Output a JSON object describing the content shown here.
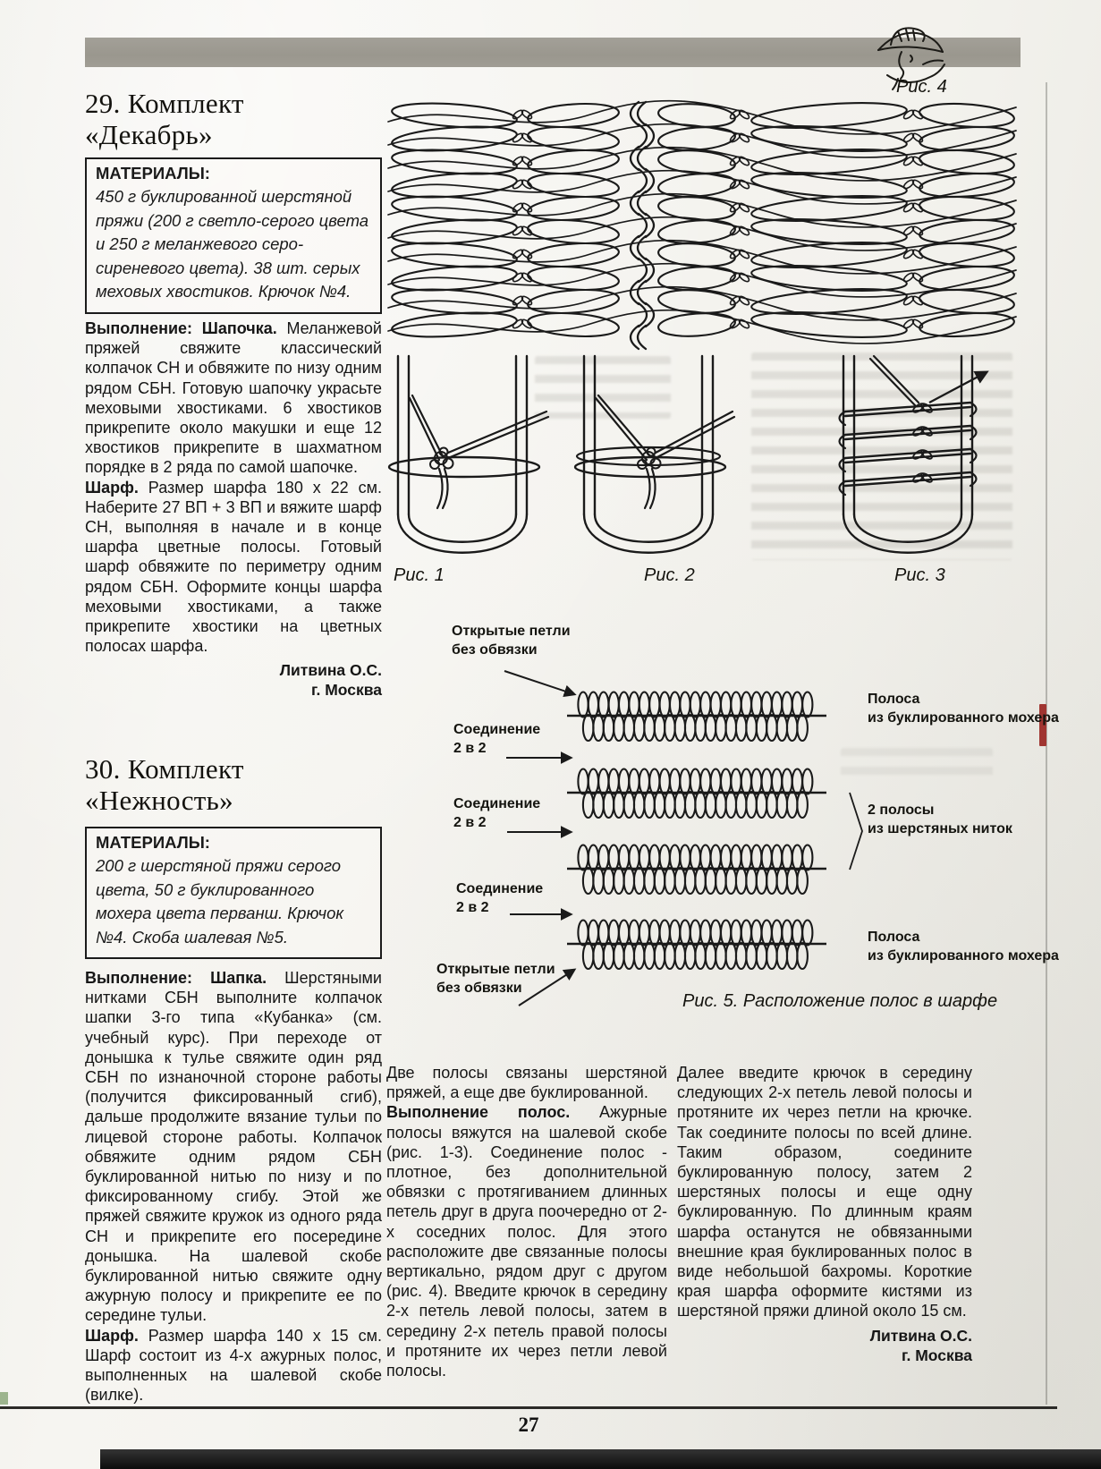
{
  "header": {
    "fig4_label": "Рис. 4"
  },
  "article_29": {
    "title": "29. Комплект",
    "title2": "«Декабрь»",
    "materials": {
      "heading": "МАТЕРИАЛЫ:",
      "text": "450 г буклированной шерстяной пряжи (200 г светло-серого цвета и 250 г меланжевого серо-сиреневого цвета). 38 шт. серых меховых хвостиков. Крючок №4."
    },
    "paragraphs": [
      {
        "lead": "Выполнение: Шапочка.",
        "text": "Меланжевой пряжей свяжите классический колпачок СН и обвяжите по низу одним рядом СБН. Готовую шапочку украсьте меховыми хвостиками. 6 хвостиков прикрепите около макушки и еще 12 хвостиков прикрепите в шахматном порядке в 2 ряда по самой шапочке."
      },
      {
        "lead": "Шарф.",
        "text": "Размер шарфа 180 х 22 см. Наберите 27 ВП + 3 ВП и вяжите шарф СН, выполняя в начале и в конце шарфа цветные полосы. Готовый шарф обвяжите по периметру одним рядом СБН. Оформите концы шарфа меховыми хвостиками, а также прикрепите хвостики на цветных полосах шарфа."
      }
    ],
    "author": "Литвина О.С.",
    "author_city": "г. Москва"
  },
  "article_30": {
    "title": "30. Комплект",
    "title2": "«Нежность»",
    "materials": {
      "heading": "МАТЕРИАЛЫ:",
      "text": "200 г шерстяной пряжи серого цвета, 50 г буклированного мохера цвета перванш. Крючок №4. Скоба шалевая №5."
    },
    "paragraphs": [
      {
        "lead": "Выполнение: Шапка.",
        "text": "Шерстяными нитками СБН выполните колпачок шапки 3-го типа «Кубанка» (см. учебный курс). При переходе от донышка к тулье свяжите один ряд СБН по изнаночной стороне работы (получится фиксированный сгиб), дальше продолжите вязание тульи по лицевой стороне работы. Колпачок обвяжите одним рядом СБН буклированной нитью по низу и по фиксированному сгибу. Этой же пряжей свяжите кружок из одного ряда СН и прикрепите его посередине донышка. На шалевой скобе буклированной нитью свяжите одну ажурную полосу и прикрепите ее по середине тульи."
      },
      {
        "lead": "Шарф.",
        "text": "Размер шарфа 140 х 15 см. Шарф состоит из 4-х ажурных полос, выполненных на шалевой скобе (вилке)."
      }
    ],
    "continuation": {
      "col1": [
        {
          "lead": "",
          "text": "Две полосы связаны шерстяной пряжей, а еще две буклированной."
        },
        {
          "lead": "Выполнение полос.",
          "text": "Ажурные полосы вяжутся на шалевой скобе (рис. 1-3). Соединение полос - плотное, без дополнительной обвязки с протягиванием длинных петель друг в друга поочередно от 2-х соседних полос. Для этого расположите две связанные полосы вертикально, рядом друг с другом (рис. 4). Введите крючок в середину 2-х петель левой полосы, затем в середину 2-х петель правой полосы и протяните их через петли левой полосы."
        }
      ],
      "col2": [
        {
          "lead": "",
          "text": "Далее введите крючок в середину следующих 2-х петель левой полосы и протяните их через петли на крючке. Так соедините полосы по всей длине. Таким образом, соедините буклированную полосу, затем 2 шерстяных полосы и еще одну буклированную. По длинным краям шарфа останутся не обвязанными внешние края буклированных полос в виде небольшой бахромы. Короткие края шарфа оформите кистями из шерстяной пряжи длиной около 15 см."
        }
      ],
      "author": "Литвина О.С.",
      "author_city": "г. Москва"
    }
  },
  "figures": {
    "fig1_label": "Рис. 1",
    "fig2_label": "Рис. 2",
    "fig3_label": "Рис. 3",
    "fig5": {
      "caption": "Рис. 5. Расположение полос в шарфе",
      "label_open_top_1": "Открытые петли",
      "label_open_top_2": "без обвязки",
      "label_join_1": "Соединение",
      "label_join_2": "2 в 2",
      "label_mohair_1": "Полоса",
      "label_mohair_2": "из буклированного мохера",
      "label_wool_1": "2 полосы",
      "label_wool_2": "из шерстяных ниток"
    }
  },
  "footer": {
    "page_number": "27"
  },
  "colors": {
    "paper": "#f4f3ee",
    "ink": "#1a1a1a",
    "bar_gray": "#9e9b92",
    "accent_red": "#a03531"
  }
}
